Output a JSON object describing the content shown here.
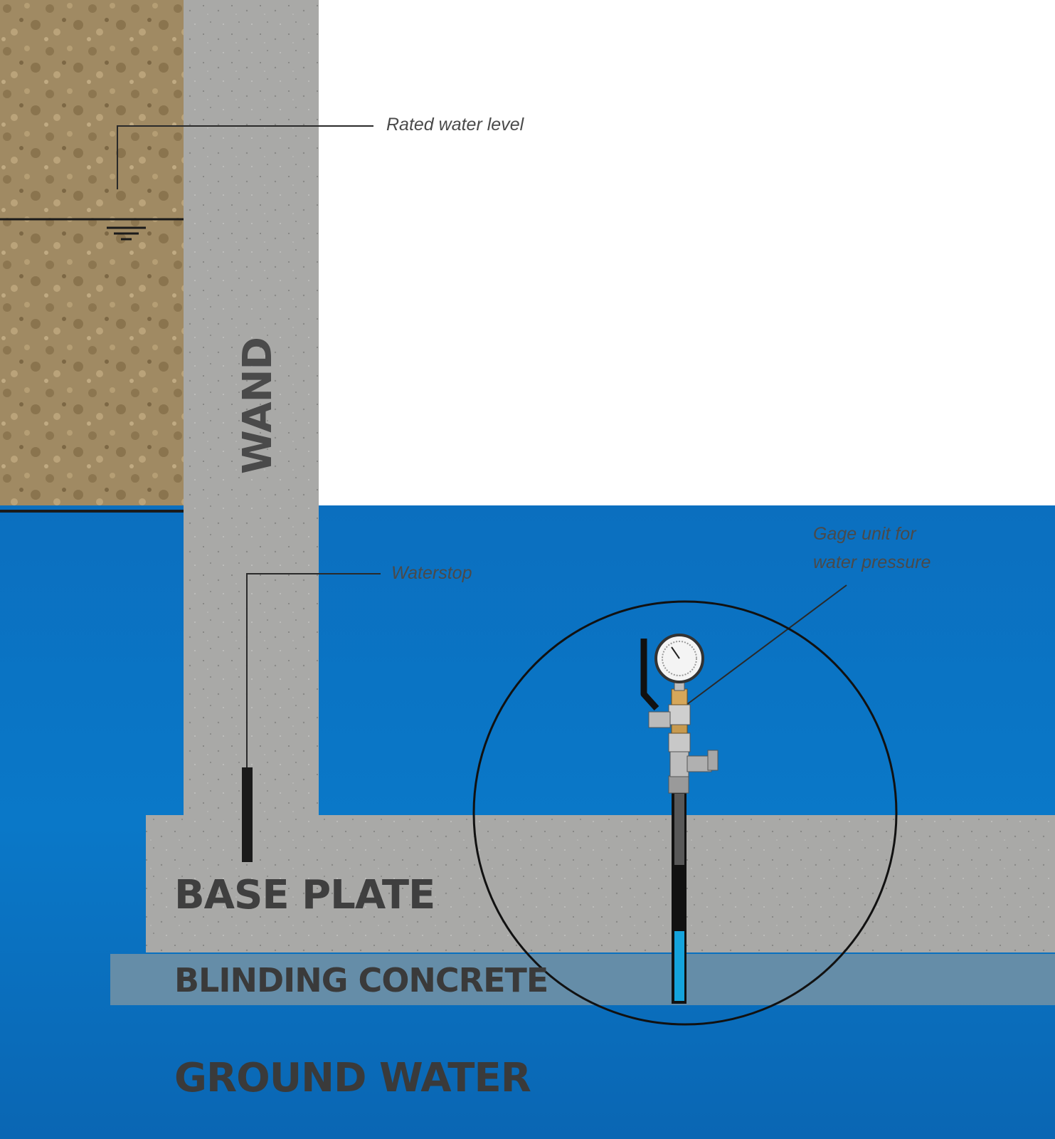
{
  "labels": {
    "rated_water_level": "Rated water level",
    "waterstop": "Waterstop",
    "gage_line1": "Gage unit for",
    "gage_line2": "water pressure",
    "wand": "WAND",
    "base_plate": "BASE PLATE",
    "blinding_concrete": "BLINDING CONCRETE",
    "ground_water": "GROUND WATER"
  },
  "colors": {
    "soil": "#a08a63",
    "concrete": "#a9a9a7",
    "ground_water": "#0a72c2",
    "blinding": "#6e8fa6",
    "ink": "#1a1a1a",
    "gauge_blue": "#14a3dc"
  }
}
